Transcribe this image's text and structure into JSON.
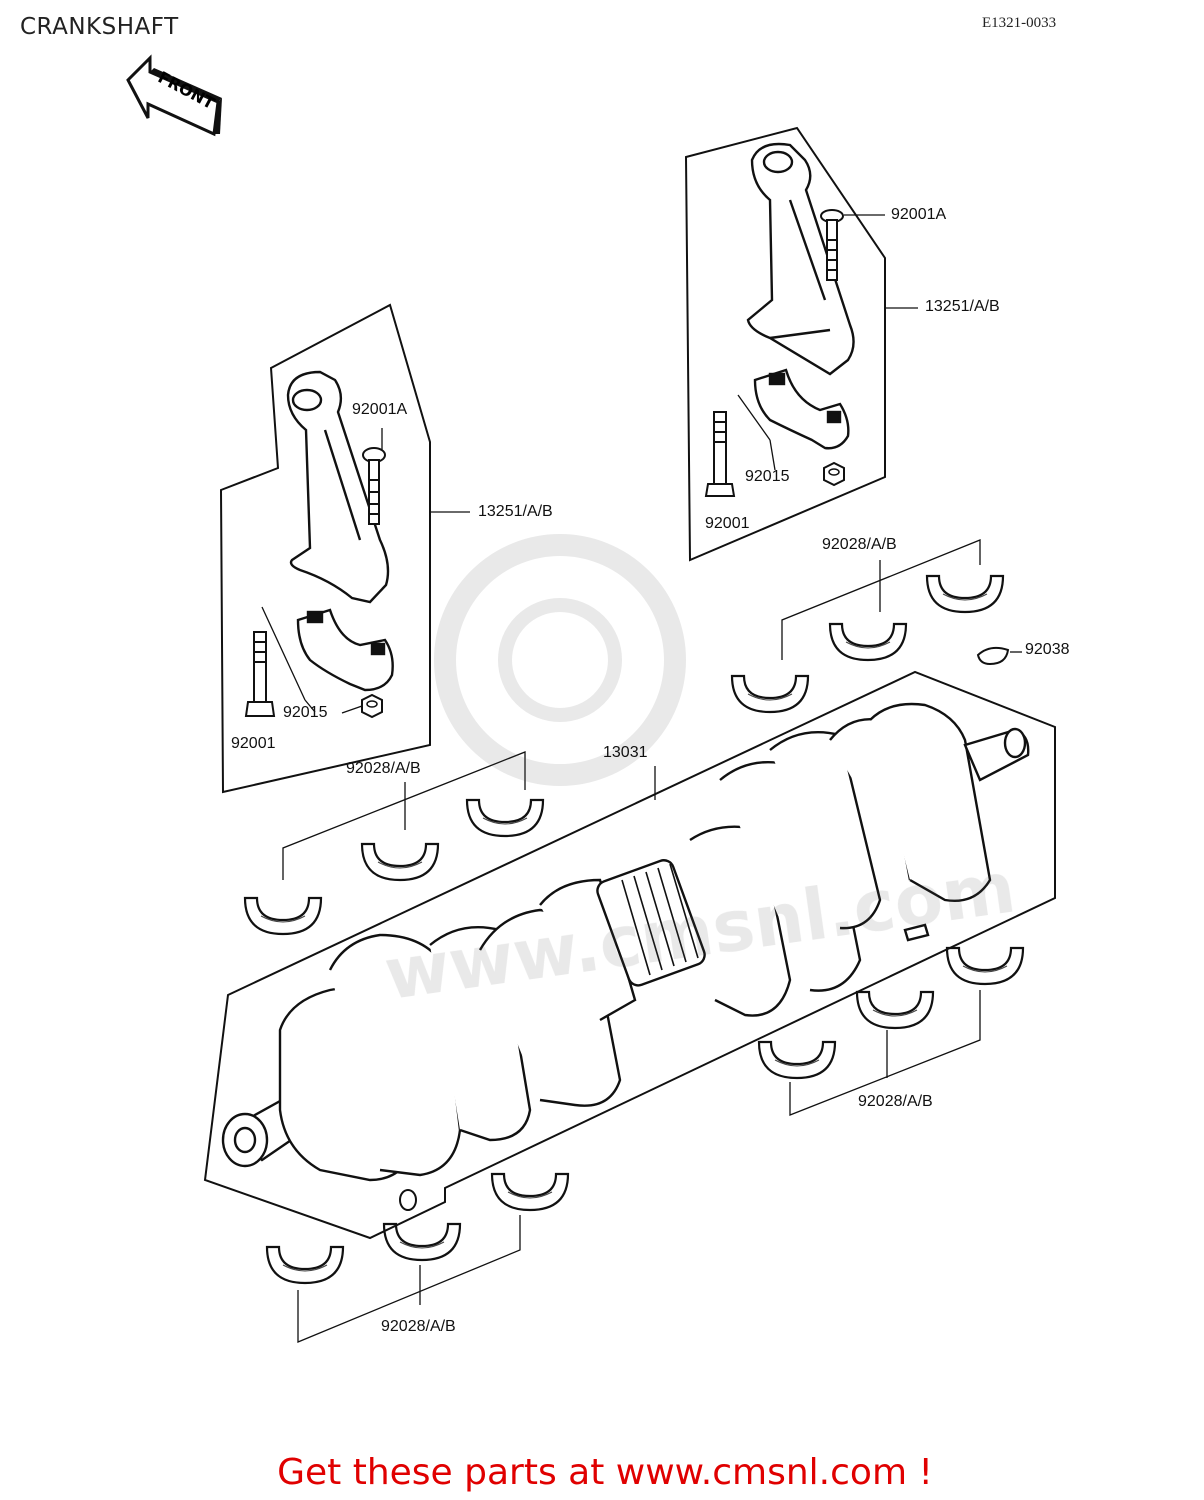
{
  "header": {
    "title": "CRANKSHAFT",
    "doc_ref": "E1321-0033",
    "front_arrow": "FRONT"
  },
  "callouts": {
    "rod_right_bolt_top": "92001A",
    "rod_right_assembly": "13251/A/B",
    "rod_right_nut": "92015",
    "rod_right_bolt": "92001",
    "rod_left_bolt_top": "92001A",
    "rod_left_assembly": "13251/A/B",
    "rod_left_nut": "92015",
    "rod_left_bolt": "92001",
    "bearings_upper_right": "92028/A/B",
    "key": "92038",
    "bearings_upper_left": "92028/A/B",
    "crankshaft": "13031",
    "bearings_lower_right": "92028/A/B",
    "bearings_lower_left": "92028/A/B"
  },
  "watermark": "www.cmsnl.com",
  "footer": {
    "promo": "Get these parts at www.cmsnl.com !"
  },
  "icons": {
    "front_arrow": "arrow-left-icon",
    "rod": "connecting-rod-icon",
    "bearing": "bearing-shell-icon",
    "bolt": "bolt-icon",
    "nut": "nut-icon"
  }
}
